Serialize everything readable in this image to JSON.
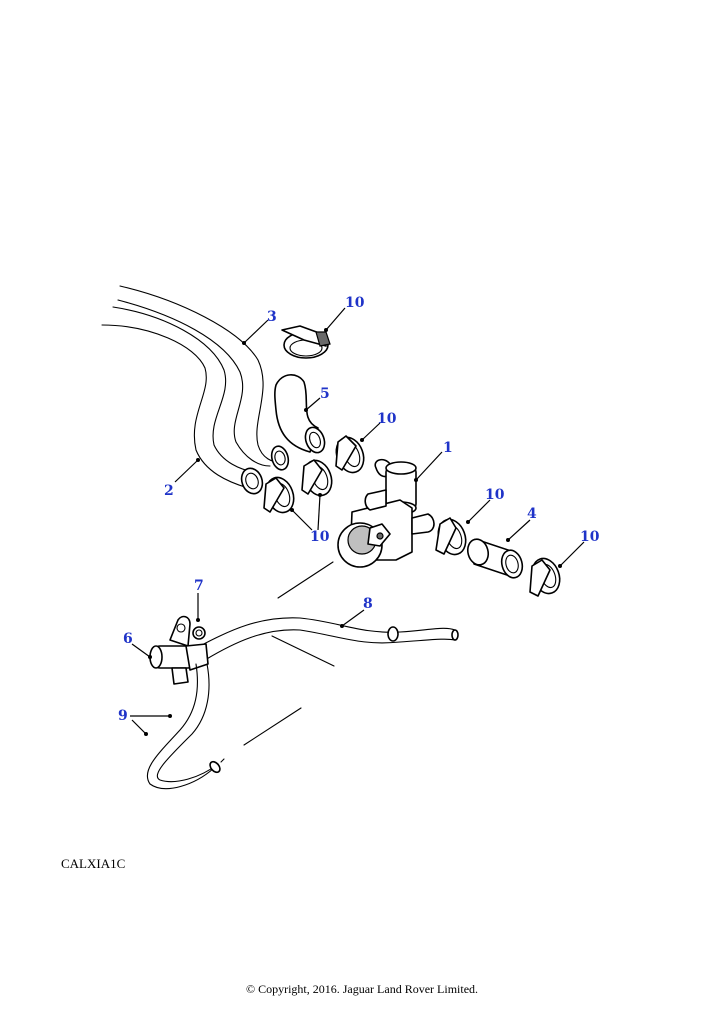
{
  "diagram": {
    "callouts": [
      "1",
      "2",
      "3",
      "4",
      "5",
      "6",
      "7",
      "8",
      "9",
      "10"
    ],
    "reference_code": "CALXIA1C",
    "copyright": "© Copyright, 2016. Jaguar Land Rover Limited.",
    "callout_color": "#1f33c8"
  }
}
